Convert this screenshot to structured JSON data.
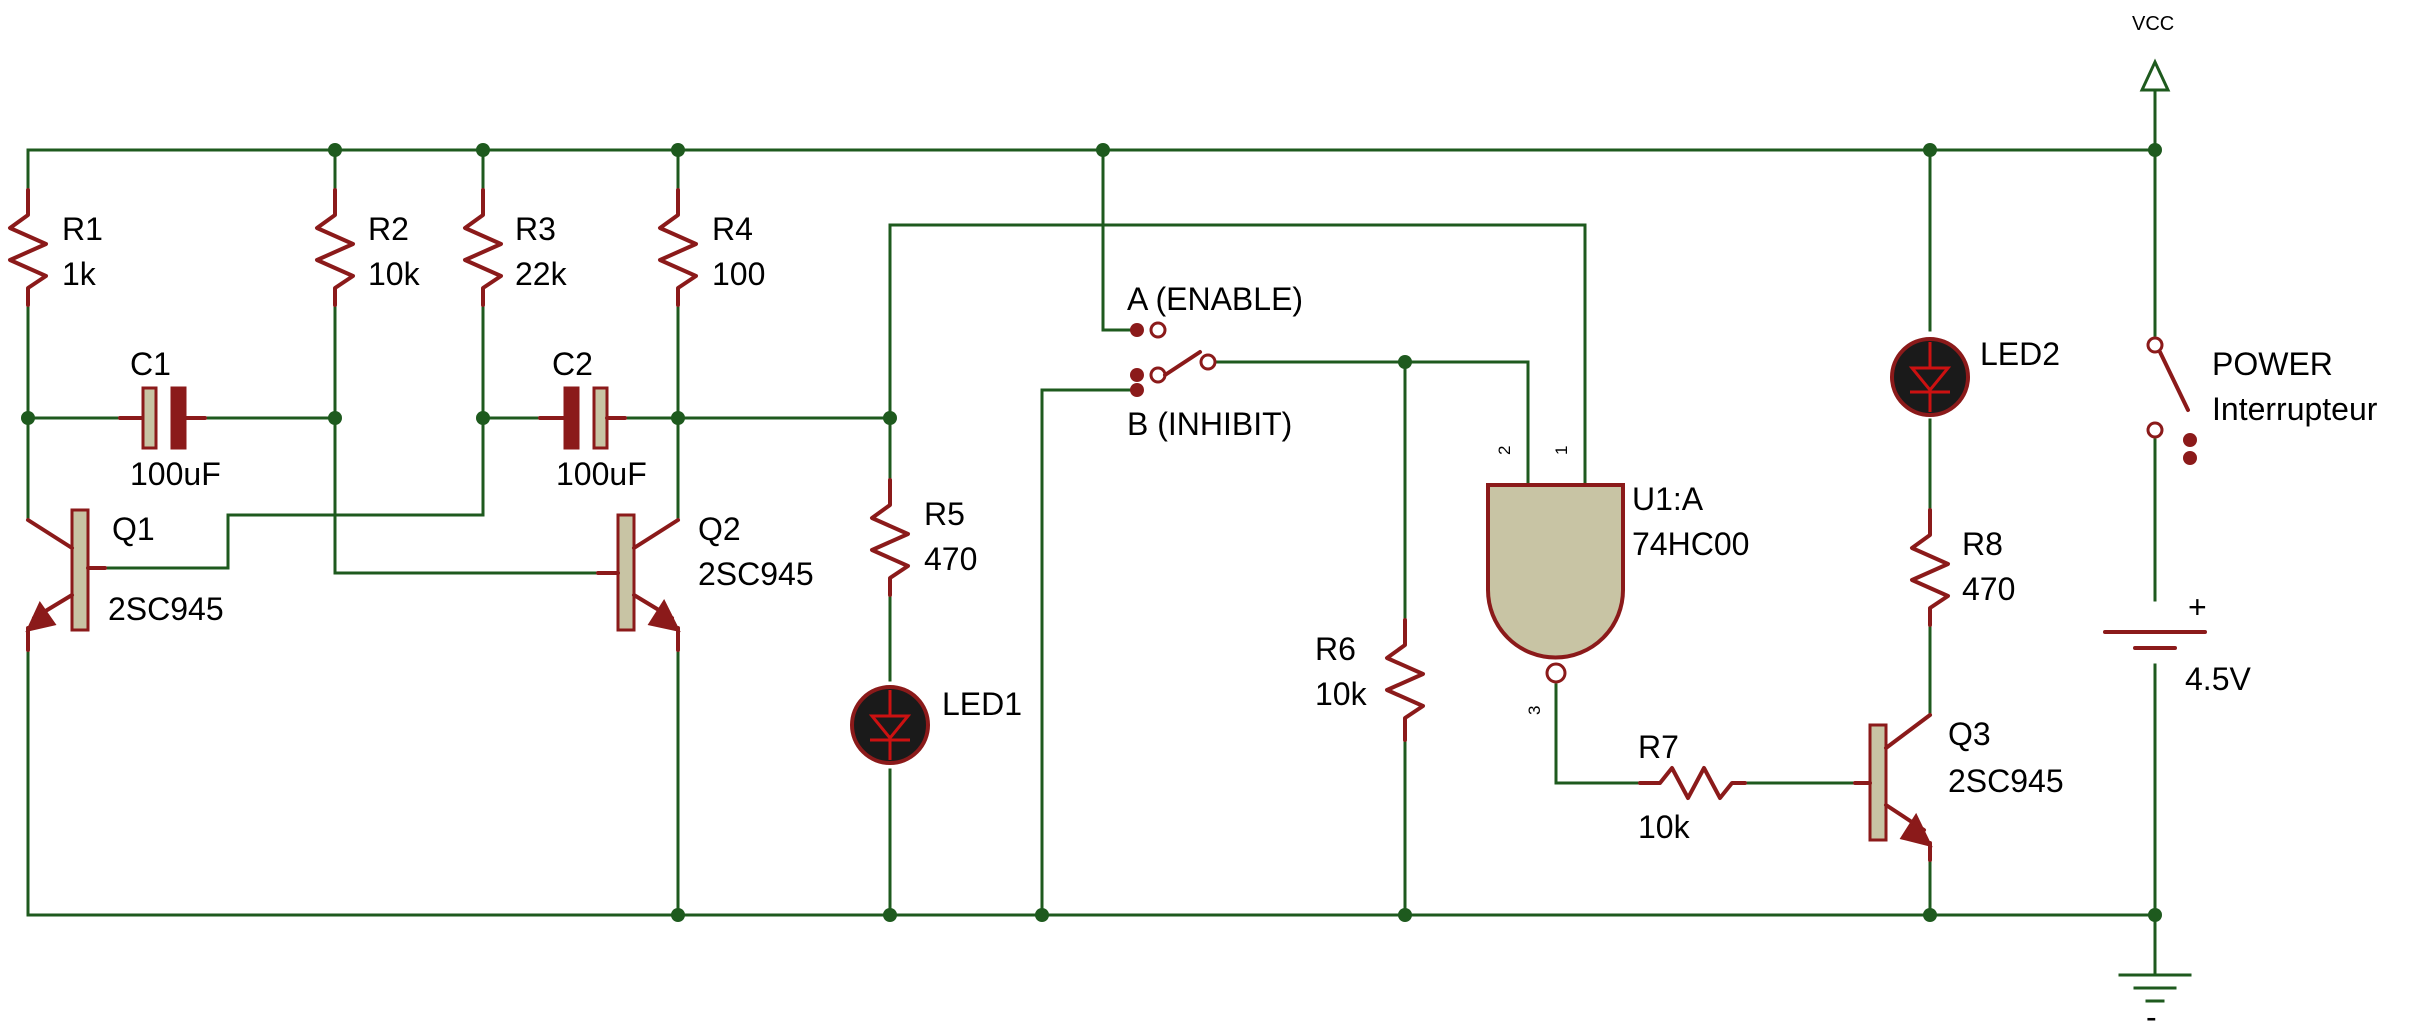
{
  "colors": {
    "wire": "#1e5a1e",
    "component": "#8b1a1a",
    "led_body": "#1a1a1a",
    "led_accent": "#cc1111",
    "capacitor_fill": "#c8c4a4",
    "gate_fill": "#c8c4a4"
  },
  "supply": {
    "vcc": "VCC",
    "ground_minus": "-"
  },
  "components": {
    "r1": {
      "ref": "R1",
      "value": "1k"
    },
    "r2": {
      "ref": "R2",
      "value": "10k"
    },
    "r3": {
      "ref": "R3",
      "value": "22k"
    },
    "r4": {
      "ref": "R4",
      "value": "100"
    },
    "r5": {
      "ref": "R5",
      "value": "470"
    },
    "r6": {
      "ref": "R6",
      "value": "10k"
    },
    "r7": {
      "ref": "R7",
      "value": "10k"
    },
    "r8": {
      "ref": "R8",
      "value": "470"
    },
    "c1": {
      "ref": "C1",
      "value": "100uF"
    },
    "c2": {
      "ref": "C2",
      "value": "100uF"
    },
    "q1": {
      "ref": "Q1",
      "value": "2SC945"
    },
    "q2": {
      "ref": "Q2",
      "value": "2SC945"
    },
    "q3": {
      "ref": "Q3",
      "value": "2SC945"
    },
    "led1": {
      "ref": "LED1"
    },
    "led2": {
      "ref": "LED2"
    },
    "u1": {
      "ref": "U1:A",
      "value": "74HC00",
      "pins": [
        "1",
        "2",
        "3"
      ]
    },
    "switch_ab": {
      "a_label": "A (ENABLE)",
      "b_label": "B (INHIBIT)"
    },
    "power_switch": {
      "label": "POWER",
      "sub": "Interrupteur"
    },
    "battery": {
      "polarity": "+",
      "value": "4.5V"
    }
  }
}
